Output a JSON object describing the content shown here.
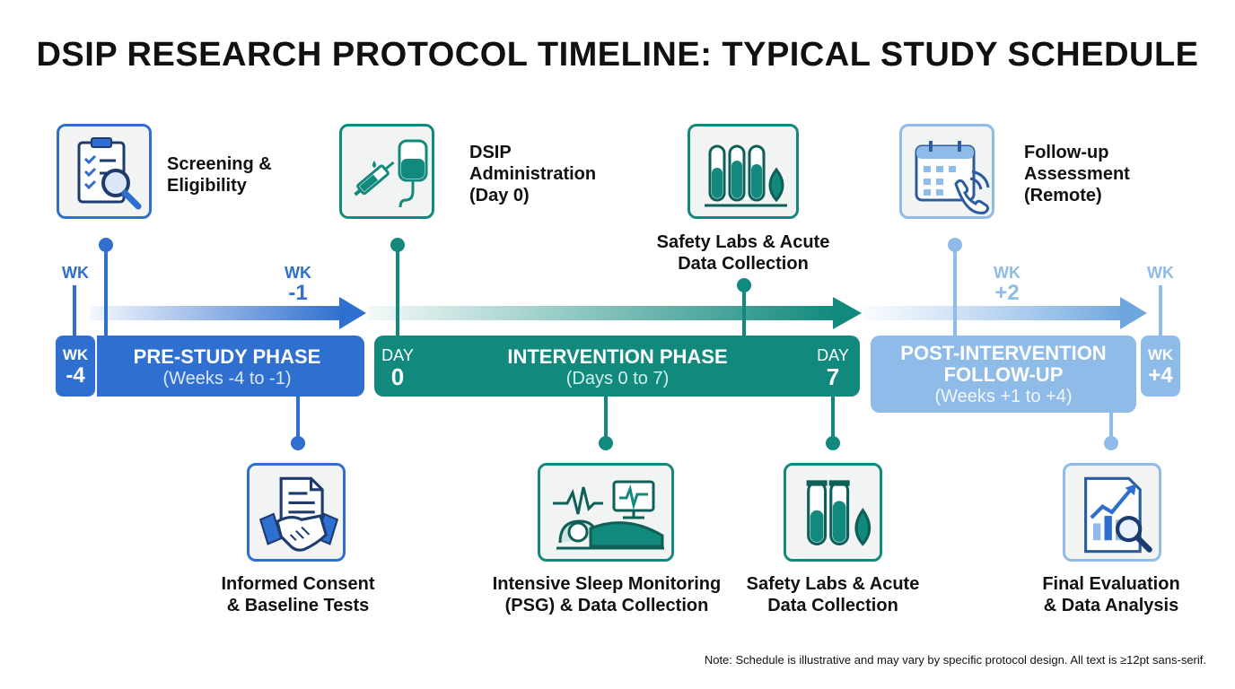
{
  "title": "DSIP RESEARCH PROTOCOL TIMELINE: TYPICAL STUDY SCHEDULE",
  "colors": {
    "blue": "#2f6fd0",
    "teal": "#12897d",
    "light_blue": "#8fbbe8"
  },
  "top_events": [
    {
      "label": "Screening &\nEligibility",
      "icon": "clipboard-magnifier-icon"
    },
    {
      "label": "DSIP\nAdministration\n(Day 0)",
      "icon": "syringe-iv-bag-icon"
    },
    {
      "label": "Safety Labs & Acute\nData Collection",
      "icon": "test-tubes-drop-icon"
    },
    {
      "label": "Follow-up\nAssessment\n(Remote)",
      "icon": "calendar-phone-icon"
    }
  ],
  "bottom_events": [
    {
      "label": "Informed Consent\n& Baseline Tests",
      "icon": "document-handshake-icon"
    },
    {
      "label": "Intensive Sleep Monitoring\n(PSG) & Data Collection",
      "icon": "sleep-monitor-icon"
    },
    {
      "label": "Safety Labs & Acute\nData Collection",
      "icon": "test-tubes-drop-icon"
    },
    {
      "label": "Final Evaluation\n& Data Analysis",
      "icon": "chart-magnifier-icon"
    }
  ],
  "markers": {
    "wk_minus4_top": "WK",
    "wk_minus1": {
      "unit": "WK",
      "value": "-1"
    },
    "wk_plus2": {
      "unit": "WK",
      "value": "+2"
    },
    "wk_plus4_top": "WK",
    "start_box": {
      "unit": "WK",
      "value": "-4"
    },
    "end_box": {
      "unit": "WK",
      "value": "+4"
    },
    "day0": {
      "unit": "DAY",
      "value": "0"
    },
    "day7": {
      "unit": "DAY",
      "value": "7"
    }
  },
  "phases": [
    {
      "title": "PRE-STUDY PHASE",
      "subtitle": "(Weeks -4 to -1)"
    },
    {
      "title": "INTERVENTION PHASE",
      "subtitle": "(Days 0 to 7)"
    },
    {
      "title": "POST-INTERVENTION\nFOLLOW-UP",
      "subtitle": "(Weeks +1 to +4)"
    }
  ],
  "note": "Note: Schedule is illustrative and may vary by specific protocol design. All text is ≥12pt sans-serif."
}
